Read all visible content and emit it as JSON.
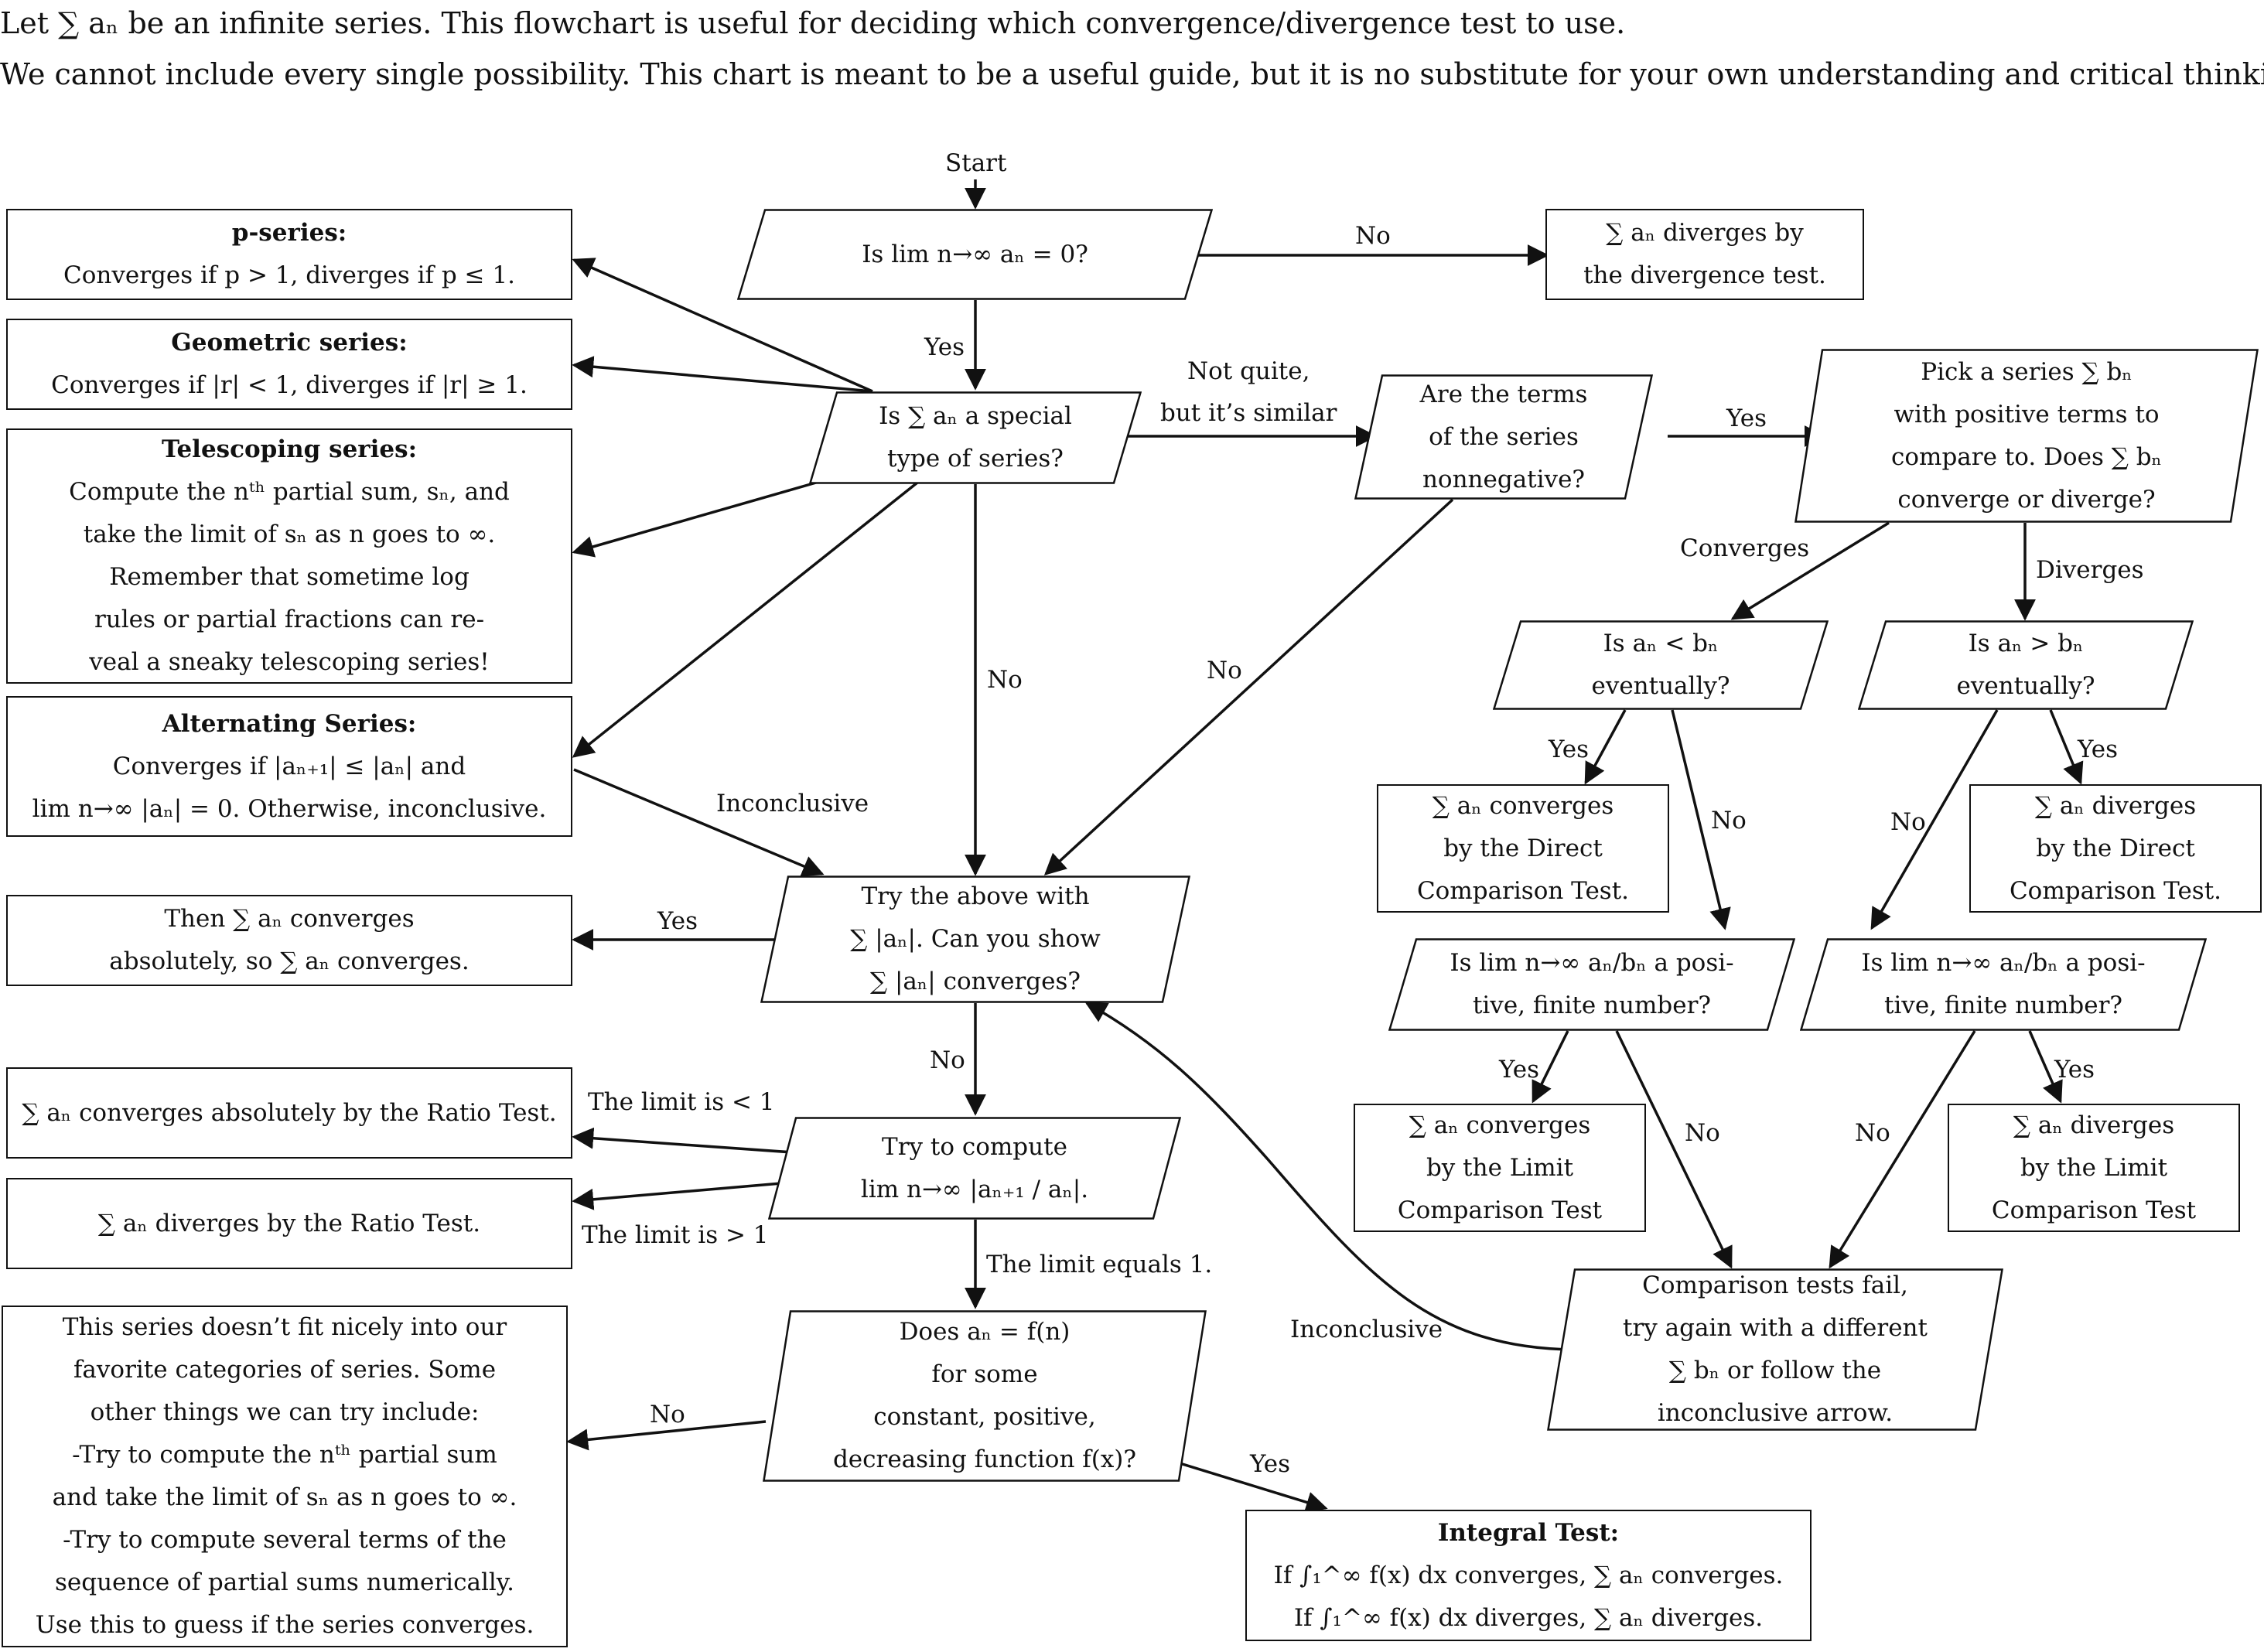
{
  "intro": {
    "line1": "Let ∑ aₙ be an infinite series. This flowchart is useful for deciding which convergence/divergence test to use.",
    "line2": "We cannot include every single possibility. This chart is meant to be a useful guide, but it is no substitute for your own understanding and critical thinking!"
  },
  "start_label": "Start",
  "nodes": {
    "p_series": [
      "p-series:",
      "Converges if p > 1, diverges if p ≤ 1."
    ],
    "geometric": [
      "Geometric series:",
      "Converges if |r| < 1, diverges if |r| ≥ 1."
    ],
    "telescoping": [
      "Telescoping series:",
      "Compute the nᵗʰ partial sum, sₙ, and",
      "take the limit of sₙ as n goes to ∞.",
      "Remember that sometime log",
      "rules or partial fractions can re-",
      "veal a sneaky telescoping series!"
    ],
    "alternating": [
      "Alternating Series:",
      "Converges if |aₙ₊₁| ≤ |aₙ| and",
      "lim n→∞ |aₙ| = 0. Otherwise, inconclusive."
    ],
    "abs_converges": [
      "Then ∑ aₙ converges",
      "absolutely, so ∑ aₙ converges."
    ],
    "ratio_conv": [
      "∑ aₙ converges absolutely by the Ratio Test."
    ],
    "ratio_div": [
      "∑ aₙ diverges by the Ratio Test."
    ],
    "no_fit": [
      "This series doesn’t fit nicely into our",
      "favorite categories of series. Some",
      "other things we can try include:",
      "-Try to compute the nᵗʰ partial sum",
      "and take the limit of sₙ as n goes to ∞.",
      "-Try to compute several terms of the",
      "sequence of partial sums numerically.",
      "Use this to guess if the series converges."
    ],
    "q_limit_zero": [
      "Is lim n→∞ aₙ = 0?"
    ],
    "div_test": [
      "∑ aₙ diverges by",
      "the divergence test."
    ],
    "q_special": [
      "Is ∑ aₙ a special",
      "type of series?"
    ],
    "q_nonneg": [
      "Are the terms",
      "of the series",
      "nonnegative?"
    ],
    "q_pick": [
      "Pick a series ∑ bₙ",
      "with positive terms to",
      "compare to. Does ∑ bₙ",
      "converge or diverge?"
    ],
    "q_less": [
      "Is aₙ < bₙ",
      "eventually?"
    ],
    "q_greater": [
      "Is aₙ > bₙ",
      "eventually?"
    ],
    "dct_conv": [
      "∑ aₙ converges",
      "by the Direct",
      "Comparison Test."
    ],
    "dct_div": [
      "∑ aₙ diverges",
      "by the Direct",
      "Comparison Test."
    ],
    "q_lct_left": [
      "Is lim n→∞ aₙ/bₙ a posi-",
      "tive, finite number?"
    ],
    "q_lct_right": [
      "Is lim n→∞ aₙ/bₙ a posi-",
      "tive, finite number?"
    ],
    "lct_conv": [
      "∑ aₙ converges",
      "by the Limit",
      "Comparison Test"
    ],
    "lct_div": [
      "∑ aₙ diverges",
      "by the Limit",
      "Comparison Test"
    ],
    "comp_fail": [
      "Comparison tests fail,",
      "try again with a different",
      "∑ bₙ or follow the",
      "inconclusive arrow."
    ],
    "q_abs": [
      "Try the above with",
      "∑ |aₙ|. Can you show",
      "∑ |aₙ| converges?"
    ],
    "q_ratio": [
      "Try to compute",
      "lim n→∞ |aₙ₊₁ / aₙ|."
    ],
    "q_integral": [
      "Does aₙ = f(n)",
      "for some",
      "constant, positive,",
      "decreasing function f(x)?"
    ],
    "integral_test": [
      "Integral Test:",
      "If ∫₁^∞ f(x) dx converges, ∑ aₙ converges.",
      "If ∫₁^∞ f(x) dx diverges, ∑ aₙ diverges."
    ]
  },
  "edge_labels": {
    "no_div": "No",
    "yes_special": "Yes",
    "not_quite": "Not quite,\nbut it’s similar",
    "yes_nonneg": "Yes",
    "no_special": "No",
    "no_nonneg": "No",
    "inconclusive_alt": "Inconclusive",
    "converges": "Converges",
    "diverges": "Diverges",
    "yes_less": "Yes",
    "no_less": "No",
    "yes_greater": "Yes",
    "no_greater": "No",
    "yes_lct_left": "Yes",
    "no_lct_left": "No",
    "yes_lct_right": "Yes",
    "no_lct_right": "No",
    "yes_abs": "Yes",
    "no_abs": "No",
    "limit_lt1": "The limit is < 1",
    "limit_gt1": "The limit is > 1",
    "limit_eq1": "The limit equals 1.",
    "no_integral": "No",
    "yes_integral": "Yes",
    "inconclusive_comp": "Inconclusive"
  }
}
